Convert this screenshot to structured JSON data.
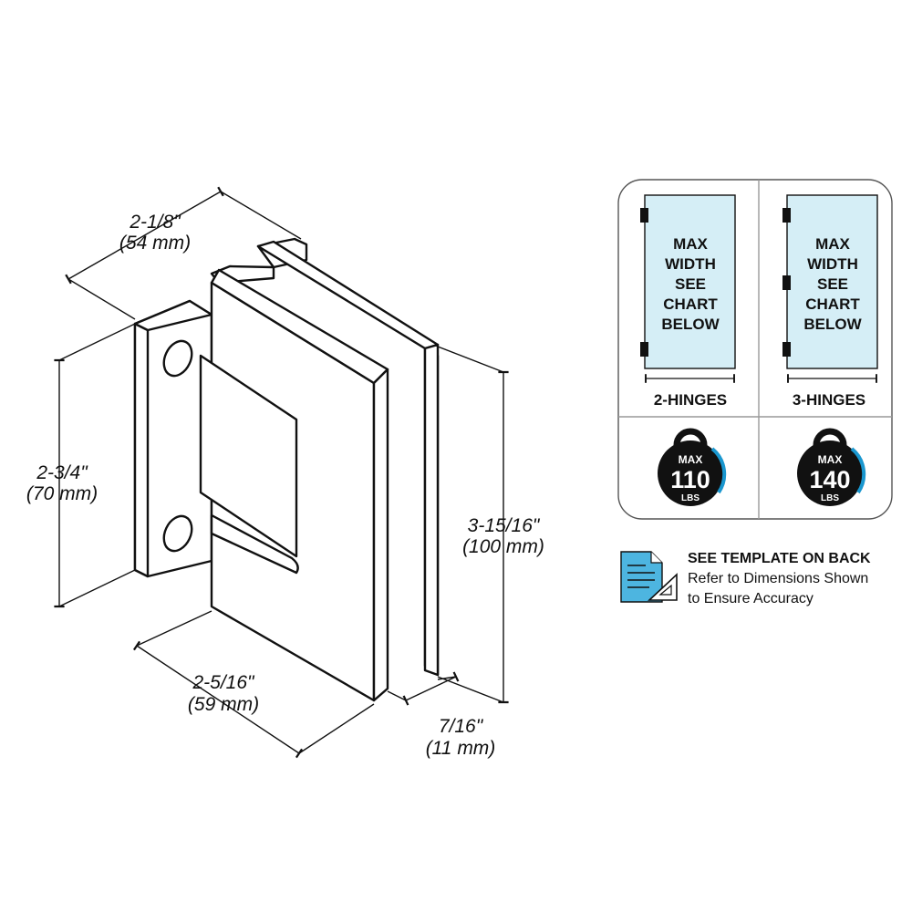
{
  "dimensions": {
    "depth": {
      "line1": "2-1/8\"",
      "line2": "(54 mm)"
    },
    "leaf_height": {
      "line1": "2-3/4\"",
      "line2": "(70 mm)"
    },
    "overall_height": {
      "line1": "3-15/16\"",
      "line2": "(100 mm)"
    },
    "width": {
      "line1": "2-5/16\"",
      "line2": "(59 mm)"
    },
    "glass_gap": {
      "line1": "7/16\"",
      "line2": "(11 mm)"
    }
  },
  "panels": [
    {
      "door_text": [
        "MAX",
        "WIDTH",
        "SEE",
        "CHART",
        "BELOW"
      ],
      "label": "2-HINGES",
      "badge": {
        "top": "MAX",
        "value": "110",
        "unit": "LBS"
      }
    },
    {
      "door_text": [
        "MAX",
        "WIDTH",
        "SEE",
        "CHART",
        "BELOW"
      ],
      "label": "3-HINGES",
      "badge": {
        "top": "MAX",
        "value": "140",
        "unit": "LBS"
      }
    }
  ],
  "template_note": {
    "title": "SEE TEMPLATE ON BACK",
    "line1": "Refer to Dimensions Shown",
    "line2": "to Ensure Accuracy"
  },
  "colors": {
    "glass": "#d5eef6",
    "badge_ring": "#1a97cf",
    "badge_fill": "#111111",
    "doc_icon": "#4db5e0"
  },
  "icons": [
    "document-ruler-icon",
    "weight-icon",
    "hinge-icon"
  ]
}
